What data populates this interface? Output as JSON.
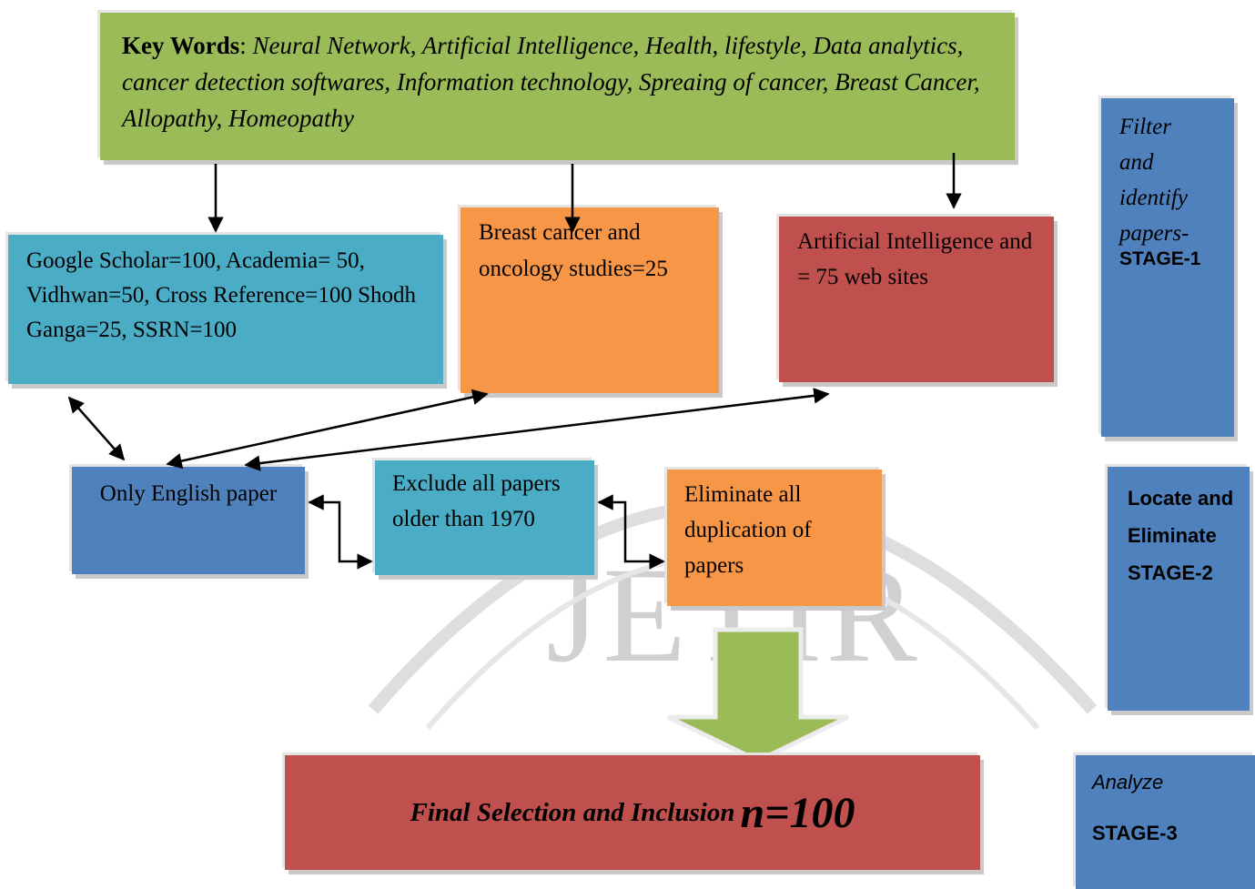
{
  "keywords": {
    "label": "Key Words",
    "separator": ": ",
    "text": "Neural Network, Artificial Intelligence, Health, lifestyle, Data analytics, cancer detection softwares, Information technology, Spreaing of cancer, Breast Cancer, Allopathy, Homeopathy"
  },
  "sources": {
    "scholarly": "Google Scholar=100, Academia= 50, Vidhwan=50, Cross Reference=100 Shodh Ganga=25, SSRN=100",
    "oncology": "Breast cancer and oncology studies=25",
    "ai": "Artificial Intelligence and = 75 web sites"
  },
  "filters": {
    "english": "Only English paper",
    "exclude": "Exclude all papers older than 1970",
    "eliminate": "Eliminate all duplication of papers"
  },
  "final": {
    "text": "Final Selection and Inclusion ",
    "count": "n=100"
  },
  "stages": {
    "stage1_italic": "Filter and identify papers-",
    "stage1_bold": "STAGE-1",
    "stage2": "Locate and Eliminate STAGE-2",
    "stage3_italic": "Analyze",
    "stage3_bold": "STAGE-3"
  },
  "watermark": "JETIR",
  "colors": {
    "green": "#9bbb59",
    "teal": "#4bacc6",
    "orange": "#f79646",
    "red": "#c0504d",
    "blue": "#4f81bd"
  }
}
